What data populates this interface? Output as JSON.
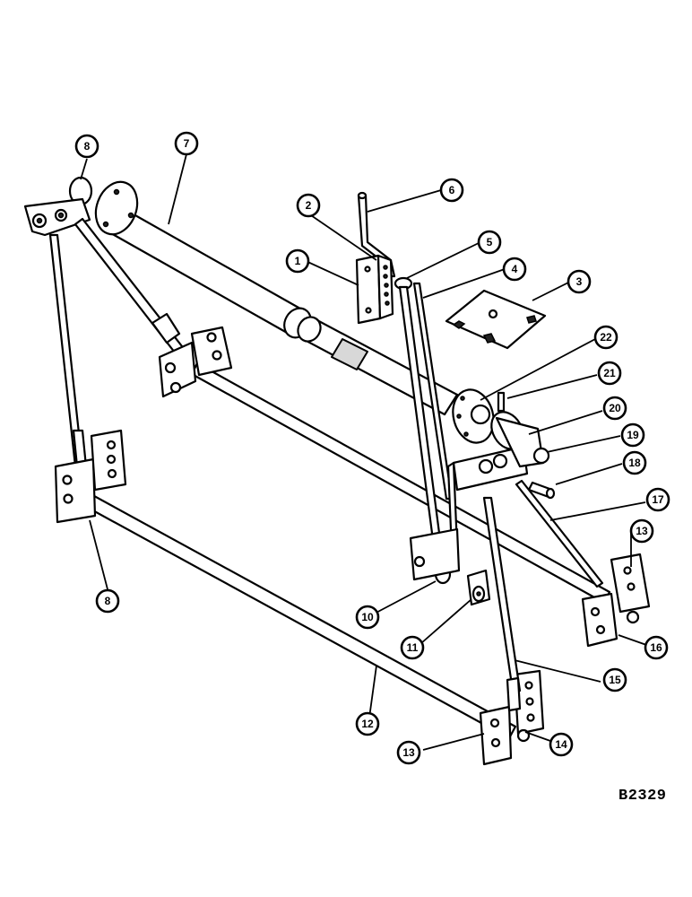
{
  "drawing_number": "B2329",
  "callouts": [
    {
      "label": "1"
    },
    {
      "label": "2"
    },
    {
      "label": "3"
    },
    {
      "label": "4"
    },
    {
      "label": "5"
    },
    {
      "label": "6"
    },
    {
      "label": "7"
    },
    {
      "label": "8"
    },
    {
      "label": "8"
    },
    {
      "label": "10"
    },
    {
      "label": "11"
    },
    {
      "label": "12"
    },
    {
      "label": "13"
    },
    {
      "label": "13"
    },
    {
      "label": "14"
    },
    {
      "label": "15"
    },
    {
      "label": "16"
    },
    {
      "label": "17"
    },
    {
      "label": "18"
    },
    {
      "label": "19"
    },
    {
      "label": "20"
    },
    {
      "label": "21"
    },
    {
      "label": "22"
    }
  ]
}
